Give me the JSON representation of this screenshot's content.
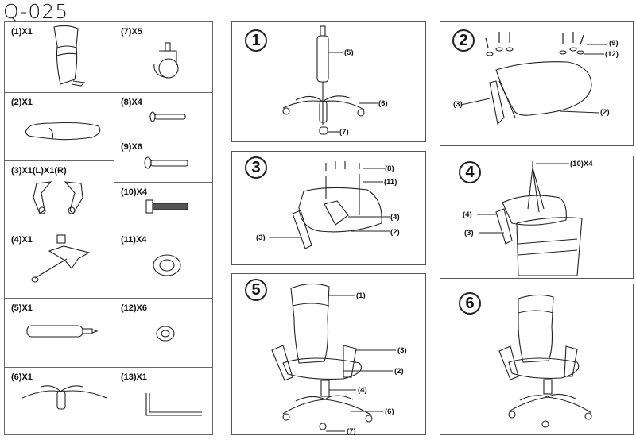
{
  "model": "Q-025",
  "parts": [
    {
      "label": "(1)X1",
      "name": "backrest"
    },
    {
      "label": "(2)X1",
      "name": "seat"
    },
    {
      "label": "(3)X1(L)X1(R)",
      "name": "armrests"
    },
    {
      "label": "(4)X1",
      "name": "mechanism"
    },
    {
      "label": "(5)X1",
      "name": "gas-lift"
    },
    {
      "label": "(6)X1",
      "name": "base"
    },
    {
      "label": "(7)X5",
      "name": "caster"
    },
    {
      "label": "(8)X4",
      "name": "bolt-8"
    },
    {
      "label": "(9)X6",
      "name": "bolt-9"
    },
    {
      "label": "(10)X4",
      "name": "bolt-10"
    },
    {
      "label": "(11)X4",
      "name": "washer-11"
    },
    {
      "label": "(12)X6",
      "name": "washer-12"
    },
    {
      "label": "(13)X1",
      "name": "allen-key"
    }
  ],
  "steps": [
    {
      "number": "1",
      "callouts": [
        "(5)",
        "(6)",
        "(7)"
      ]
    },
    {
      "number": "2",
      "callouts": [
        "(9)",
        "(12)",
        "(3)",
        "(2)"
      ]
    },
    {
      "number": "3",
      "callouts": [
        "(8)",
        "(11)",
        "(4)",
        "(2)",
        "(3)"
      ]
    },
    {
      "number": "4",
      "callouts": [
        "(10)X4",
        "(4)",
        "(3)"
      ]
    },
    {
      "number": "5",
      "callouts": [
        "(1)",
        "(3)",
        "(2)",
        "(4)",
        "(6)",
        "(7)"
      ]
    },
    {
      "number": "6",
      "callouts": []
    }
  ]
}
